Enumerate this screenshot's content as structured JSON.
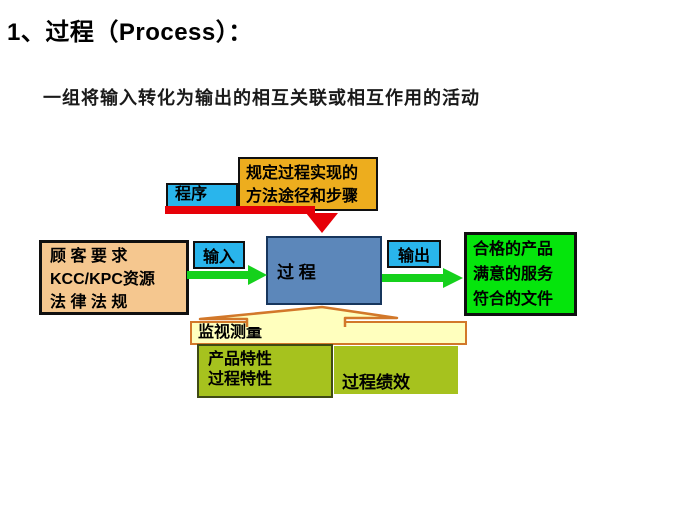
{
  "slide": {
    "title": "1、过程（Process）：",
    "definition": "一组将输入转化为输出的相互关联或相互作用的活动"
  },
  "diagram": {
    "procedure": {
      "label": "程序"
    },
    "method_note": {
      "lines": [
        "规定过程实现的",
        "方法途径和步骤"
      ]
    },
    "inputs_source": {
      "lines": [
        "顾 客 要 求",
        "KCC/KPC资源",
        "法 律 法 规"
      ]
    },
    "input": {
      "label": "输入"
    },
    "process": {
      "label": "过 程"
    },
    "output": {
      "label": "输出"
    },
    "results": {
      "lines": [
        "合格的产品",
        "满意的服务",
        "符合的文件"
      ]
    },
    "monitoring": {
      "label": "监视测量"
    },
    "characteristics": {
      "lines": [
        "产品特性",
        "过程特性"
      ]
    },
    "performance": {
      "label": "过程绩效"
    },
    "colors": {
      "amber_box": "#EDAD1E",
      "cyan_box": "#29B5EC",
      "red_arrow": "#E60008",
      "peach_box": "#F5C78F",
      "process_blue": "#5C87BA",
      "result_green": "#05E50C",
      "arrow_green": "#15D11C",
      "monitor_cream": "#FFFFBE",
      "monitor_border": "#D2782A",
      "olive_box": "#A6C21E",
      "background": "#FFFFFF",
      "text": "#000000"
    }
  }
}
